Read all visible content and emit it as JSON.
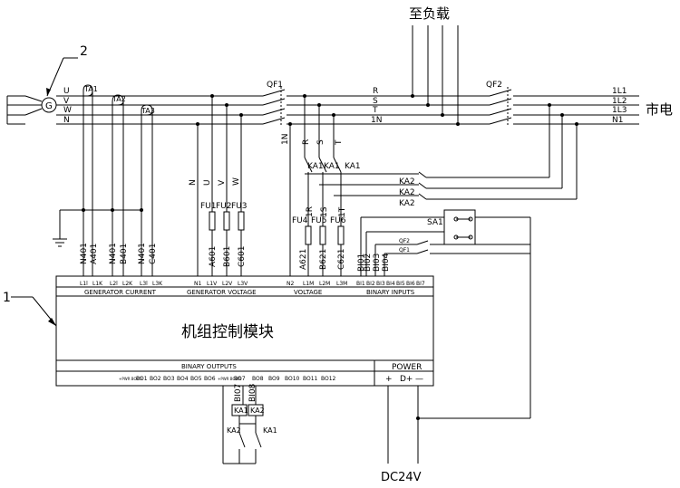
{
  "labels": {
    "callout_generator": "2",
    "callout_controller": "1",
    "to_load": "至负载",
    "mains": "市电",
    "controller_title": "机组控制模块",
    "dc_supply": "DC24V",
    "power": "POWER",
    "power_pins": [
      "+",
      "D+",
      "—"
    ]
  },
  "generator_phases": [
    "U",
    "V",
    "W",
    "N"
  ],
  "mains_phases": [
    "1L1",
    "1L2",
    "1L3",
    "N1"
  ],
  "switch_labels": {
    "qf1": "QF1",
    "qf2": "QF2",
    "r": "R",
    "s": "S",
    "t": "T",
    "n": "1N",
    "sa1": "SA1"
  },
  "current_transformers": [
    "TA1",
    "TA2",
    "TA3"
  ],
  "fuses": [
    "FU1",
    "FU2",
    "FU3",
    "FU4",
    "FU5",
    "FU6"
  ],
  "relays": {
    "ka1": "KA1",
    "ka2": "KA2",
    "ka2_list": [
      "KA2",
      "KA2",
      "KA2"
    ],
    "ka1_list": [
      "KA1",
      "KA1",
      "KA1"
    ]
  },
  "vertical_labels": {
    "gen_current": [
      "N401",
      "A401",
      "N401",
      "B401",
      "N401",
      "C401"
    ],
    "gen_voltage_top": [
      "N",
      "U",
      "V",
      "W"
    ],
    "gen_voltage_bottom": [
      "A601",
      "B601",
      "C601"
    ],
    "mains_voltage_top": [
      "1N",
      "R",
      "S",
      "T"
    ],
    "mains_fuse_out": [
      "1R",
      "1S",
      "1T"
    ],
    "mains_voltage_bottom": [
      "A621",
      "B621",
      "C621"
    ],
    "binary_in": [
      "BI01",
      "BI02",
      "BI03",
      "BI04"
    ],
    "binary_out": [
      "BI07",
      "BI08"
    ],
    "qf_contacts": [
      "QF2",
      "QF1"
    ]
  },
  "terminals": {
    "gen_current": [
      "L1l",
      "L1K",
      "L2l",
      "L2K",
      "L3l",
      "L3K"
    ],
    "gen_voltage": [
      "N1",
      "L1V",
      "L2V",
      "L3V"
    ],
    "mains_voltage": [
      "N2",
      "L1M",
      "L2M",
      "L3M"
    ],
    "binary_inputs": [
      "BI1",
      "BI2",
      "BI3",
      "BI4",
      "BI5",
      "BI6",
      "BI7"
    ],
    "binary_outputs": [
      "+PWR BOUTs",
      "BO1",
      "BO2",
      "BO3",
      "BO4",
      "BO5",
      "BO6",
      "+PWR BOUTs",
      "BO7",
      "BO8",
      "BO9",
      "BO10",
      "BO11",
      "BO12"
    ]
  },
  "group_labels": {
    "gen_current": "GENERATOR CURRENT",
    "gen_voltage": "GENERATOR VOLTAGE",
    "mains_voltage": "VOLTAGE",
    "binary_inputs": "BINARY INPUTS",
    "binary_outputs": "BINARY OUTPUTS"
  },
  "colors": {
    "line": "#000000",
    "background": "#ffffff"
  }
}
